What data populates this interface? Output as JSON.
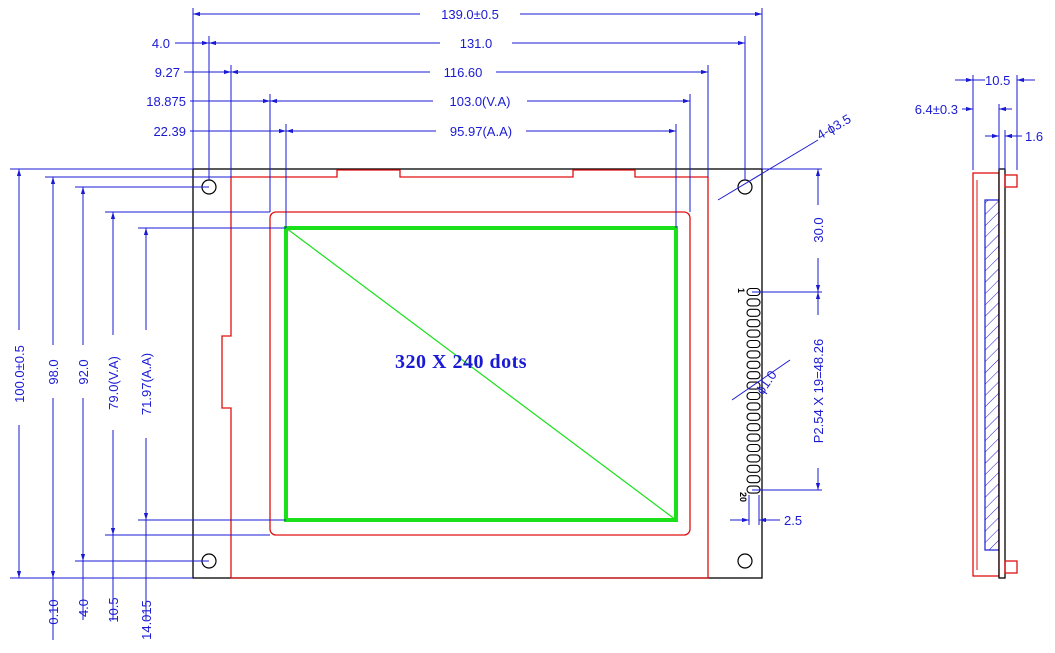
{
  "colors": {
    "dimension": "#1a1ad4",
    "outline": "#000000",
    "bezel": "#e01010",
    "active_area": "#19e019"
  },
  "drawing": {
    "caption": "320 X 240 dots",
    "top_dims": {
      "overall": "139.0±0.5",
      "hole_pitch": "131.0",
      "bezel_width": "116.60",
      "view_area": "103.0(V.A)",
      "active_area": "95.97(A.A)"
    },
    "left_offsets": {
      "hole": "4.0",
      "bezel": "9.27",
      "view_area": "18.875",
      "active_area": "22.39"
    },
    "mounting_holes": "4-ϕ3.5",
    "vertical_dims": {
      "overall": "100.0±0.5",
      "pcb": "98.0",
      "hole_pitch": "92.0",
      "view_area": "79.0(V.A)",
      "active_area": "71.97(A.A)"
    },
    "bottom_offsets": {
      "pcb": "0.10",
      "hole": "4.0",
      "view_area": "10.5",
      "active_area": "14.015"
    },
    "connector": {
      "top_offset": "30.0",
      "pitch": "P2.54 X 19=48.26",
      "pin_diameter": "ϕ1.0",
      "edge_offset": "2.5",
      "pin_first": "1",
      "pin_last": "20"
    },
    "side_view": {
      "total": "10.5",
      "module": "6.4±0.3",
      "pcb": "1.6"
    }
  }
}
